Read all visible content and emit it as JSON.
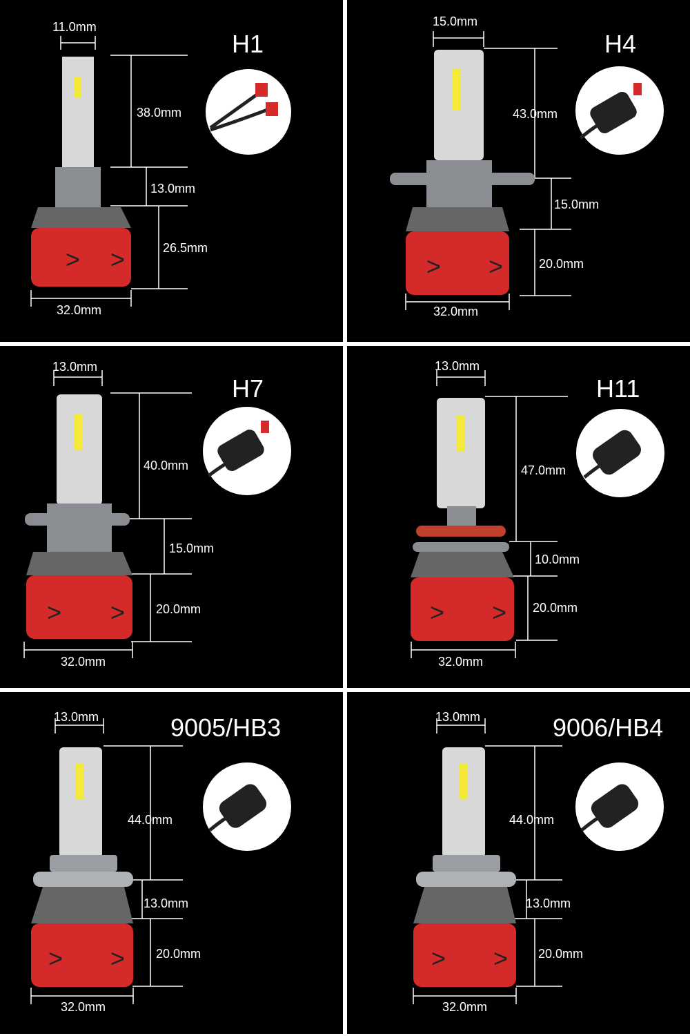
{
  "panels": [
    {
      "model": "H1",
      "connector": "two-wire-spade-connector",
      "dims": {
        "top_width": "11.0mm",
        "chip_height": "38.0mm",
        "neck": "13.0mm",
        "base": "26.5mm",
        "diameter": "32.0mm"
      }
    },
    {
      "model": "H4",
      "connector": "h4-plug-connector",
      "dims": {
        "top_width": "15.0mm",
        "chip_height": "43.0mm",
        "neck": "15.0mm",
        "base": "20.0mm",
        "diameter": "32.0mm"
      }
    },
    {
      "model": "H7",
      "connector": "h7-plug-connector",
      "dims": {
        "top_width": "13.0mm",
        "chip_height": "40.0mm",
        "neck": "15.0mm",
        "base": "20.0mm",
        "diameter": "32.0mm"
      }
    },
    {
      "model": "H11",
      "connector": "h11-plug-connector",
      "dims": {
        "top_width": "13.0mm",
        "chip_height": "47.0mm",
        "neck": "10.0mm",
        "base": "20.0mm",
        "diameter": "32.0mm"
      }
    },
    {
      "model": "9005/HB3",
      "connector": "hb3-plug-connector",
      "dims": {
        "top_width": "13.0mm",
        "chip_height": "44.0mm",
        "neck": "13.0mm",
        "base": "20.0mm",
        "diameter": "32.0mm"
      }
    },
    {
      "model": "9006/HB4",
      "connector": "hb4-plug-connector",
      "dims": {
        "top_width": "13.0mm",
        "chip_height": "44.0mm",
        "neck": "13.0mm",
        "base": "20.0mm",
        "diameter": "32.0mm"
      }
    }
  ],
  "colors": {
    "background": "#000000",
    "divider": "#ffffff",
    "text": "#ffffff",
    "heatsink_red": "#d42a2a",
    "body_gray": "#8a8d91",
    "led_yellow": "#f5e93a"
  }
}
